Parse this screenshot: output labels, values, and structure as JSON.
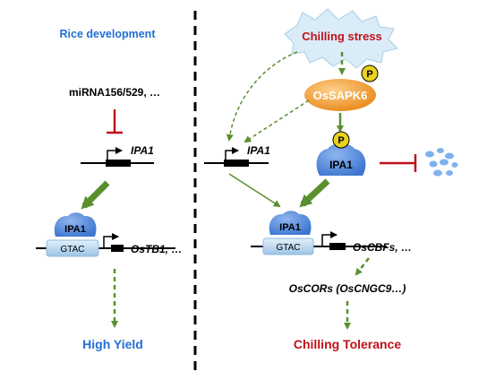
{
  "left_panel": {
    "heading": "Rice development",
    "regulator": "miRNA156/529, …",
    "gene_ipa1": "IPA1",
    "protein_ipa1": "IPA1",
    "motif": "GTAC",
    "target_gene": "OsTB1, …",
    "outcome": "High Yield"
  },
  "right_panel": {
    "stress": "Chilling stress",
    "kinase": "OsSAPK6",
    "phospho_mark": "P",
    "gene_ipa1": "IPA1",
    "protein_ipa1": "IPA1",
    "complex_protein": "IPA1",
    "motif": "GTAC",
    "target_gene": "OsCBFs, …",
    "downstream": "OsCORs (OsCNGC9…)",
    "outcome": "Chilling Tolerance"
  },
  "colors": {
    "blue_heading": "#1f6fd6",
    "red_text": "#c0111a",
    "green_arrow": "#5a8f2e",
    "ipa1_fill": "#5b8fe0",
    "kinase_fill": "#f2a030",
    "phospho_fill": "#e8d21f",
    "stress_fill": "#d9ecf7",
    "degraded_fill": "#7fb1ee",
    "motif_fill": "#b8d6ee"
  }
}
